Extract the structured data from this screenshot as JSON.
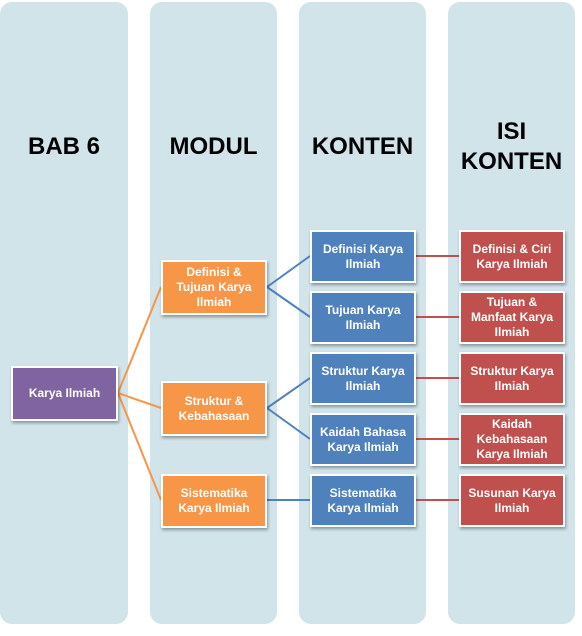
{
  "headers": [
    "BAB 6",
    "MODUL",
    "KONTEN",
    "ISI\nKONTEN"
  ],
  "root": "Karya Ilmiah",
  "modules": [
    "Definisi & Tujuan Karya Ilmiah",
    "Struktur & Kebahasaan",
    "Sistematika Karya Ilmiah"
  ],
  "contents": [
    "Definisi Karya Ilmiah",
    "Tujuan Karya Ilmiah",
    "Struktur Karya Ilmiah",
    "Kaidah Bahasa Karya Ilmiah",
    "Sistematika Karya Ilmiah"
  ],
  "details": [
    "Definisi & Ciri Karya Ilmiah",
    "Tujuan & Manfaat Karya Ilmiah",
    "Struktur Karya Ilmiah",
    "Kaidah Kebahasaan Karya Ilmiah",
    "Susunan Karya Ilmiah"
  ],
  "colors": {
    "column_bg": "#d0e4ea",
    "root": "#8064a2",
    "module": "#f79646",
    "content": "#4f81bd",
    "detail": "#c0504d",
    "link_orange": "#f79646",
    "link_blue": "#4f81bd",
    "link_red": "#c0504d"
  }
}
